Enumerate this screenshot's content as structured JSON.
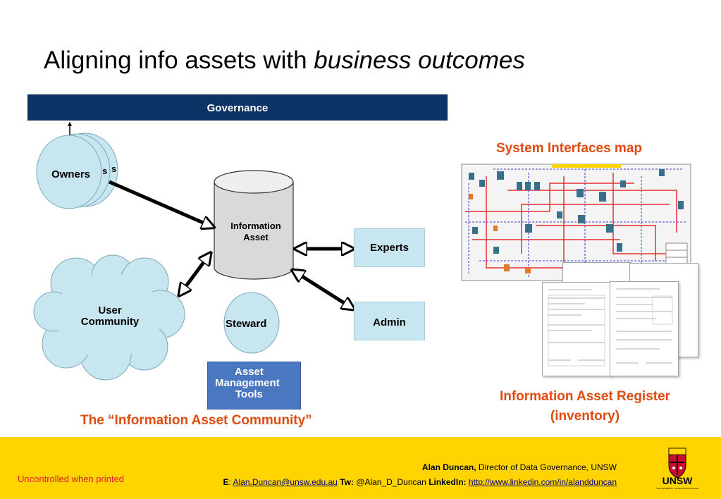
{
  "title": {
    "main": "Aligning info assets with ",
    "italic": "business outcomes"
  },
  "governance": {
    "label": "Governance"
  },
  "diagram": {
    "owners": {
      "label": "Owners",
      "back_label": "s"
    },
    "information_asset": {
      "line1": "Information",
      "line2": "Asset"
    },
    "experts": {
      "label": "Experts"
    },
    "admin": {
      "label": "Admin"
    },
    "user_community": {
      "line1": "User",
      "line2": "Community"
    },
    "steward": {
      "label": "Steward"
    },
    "tools": {
      "line1": "Asset",
      "line2": "Management",
      "line3": "Tools"
    },
    "caption": "The “Information Asset Community”"
  },
  "right_panel": {
    "map_title": "System Interfaces map",
    "register_line1": "Information Asset Register",
    "register_line2": "(inventory)"
  },
  "footer": {
    "uncontrolled": "Uncontrolled when printed",
    "name": "Alan Duncan,",
    "role": " Director of Data Governance, UNSW",
    "email_label": "E",
    "email_sep": ": ",
    "email": "Alan.Duncan@unsw.edu.au",
    "tw_label": "Tw:",
    "tw_handle": " @Alan_D_Duncan ",
    "linkedin_label": "LinkedIn:",
    "linkedin_url": "http://www.linkedin.com/in/alandduncan",
    "logo_text": "UNSW",
    "logo_subtext": "THE UNIVERSITY OF NEW SOUTH WALES"
  },
  "colors": {
    "governance": "#0d3467",
    "node_fill": "#c7e6ef",
    "tools_fill": "#4a78c0",
    "accent_red": "#e04b12",
    "footer": "#ffd400"
  }
}
